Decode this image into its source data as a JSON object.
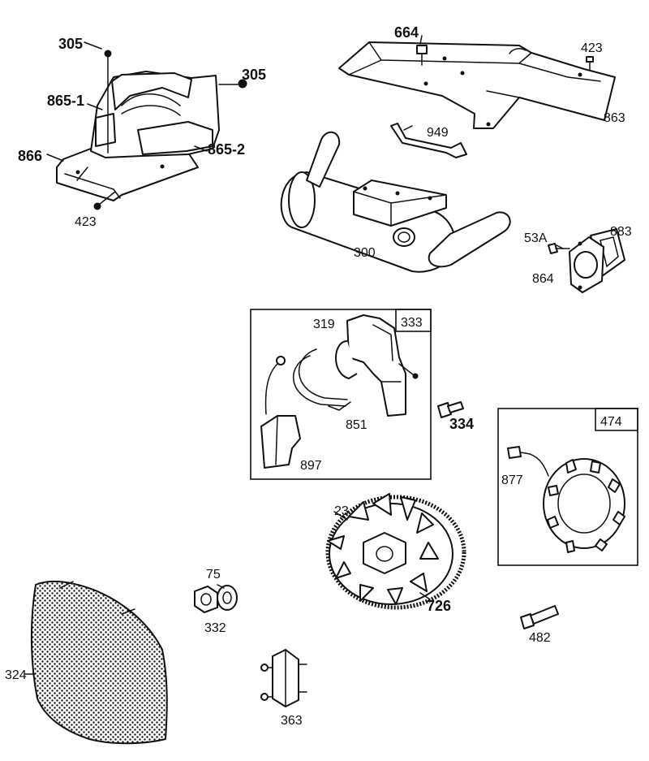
{
  "labels": {
    "l305a": "305",
    "l305b": "305",
    "l664": "664",
    "l423a": "423",
    "l865_1": "865-1",
    "l866": "866",
    "l865_2": "865-2",
    "l423b": "423",
    "l863": "863",
    "l949": "949",
    "l300": "300",
    "l53a": "53A",
    "l883": "883",
    "l864": "864",
    "l319": "319",
    "l333": "333",
    "l851": "851",
    "l897": "897",
    "l334": "334",
    "l474": "474",
    "l877": "877",
    "l23": "23",
    "l726": "726",
    "l75": "75",
    "l332": "332",
    "l482": "482",
    "l324": "324",
    "l363": "363"
  }
}
